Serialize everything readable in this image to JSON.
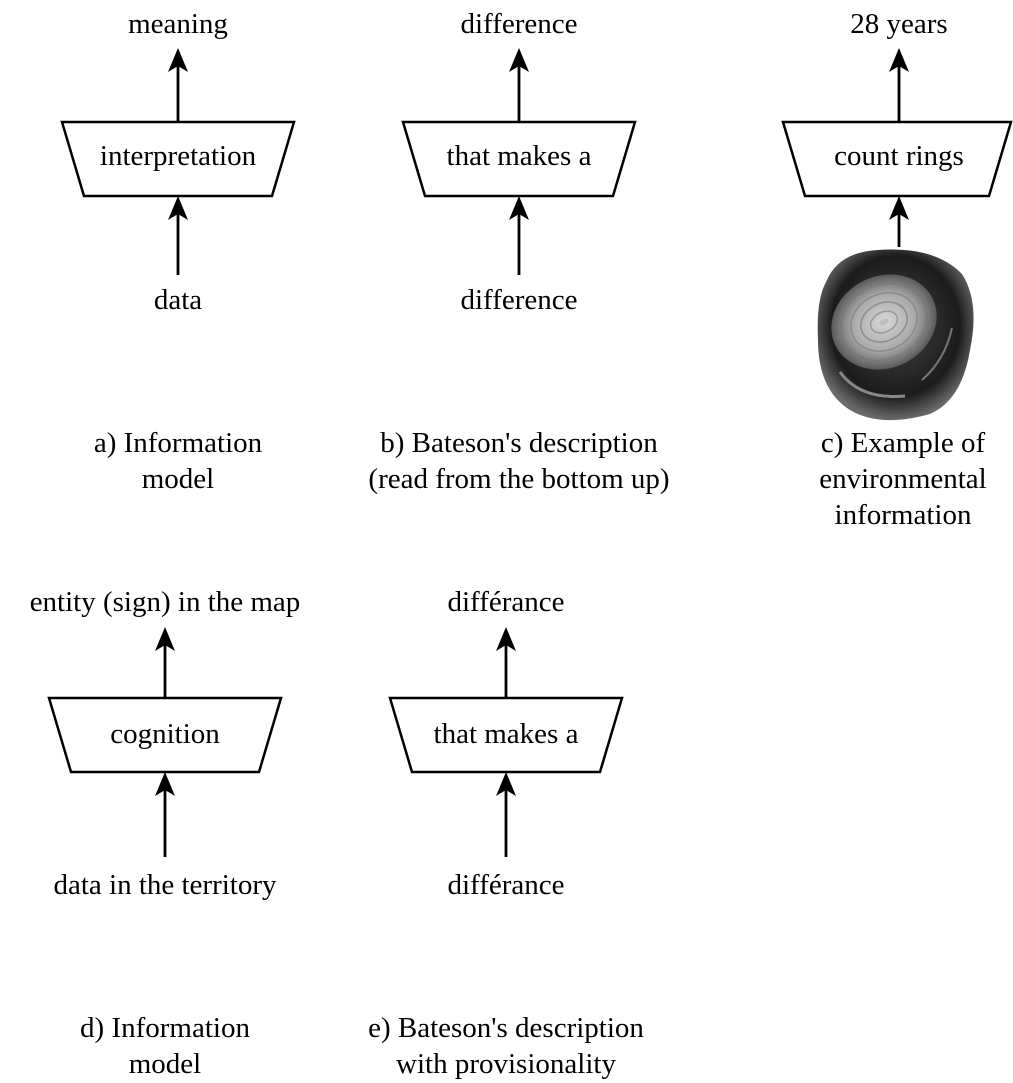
{
  "panels": [
    {
      "output": "meaning",
      "process": "interpretation",
      "input": "data",
      "caption": [
        "a) Information",
        "model"
      ]
    },
    {
      "output": "difference",
      "process": "that makes a",
      "input": "difference",
      "caption": [
        "b) Bateson's description",
        "(read from the bottom up)"
      ]
    },
    {
      "output": "28 years",
      "process": "count rings",
      "input_image": "tree-stump-rings",
      "caption": [
        "c) Example of",
        "environmental",
        "information"
      ]
    },
    {
      "output": "entity (sign) in the map",
      "process": "cognition",
      "input": "data in the territory",
      "caption": [
        "d) Information",
        "model"
      ]
    },
    {
      "output": "différance",
      "process": "that makes a",
      "input": "différance",
      "caption": [
        "e) Bateson's description",
        "with provisionality"
      ]
    }
  ]
}
